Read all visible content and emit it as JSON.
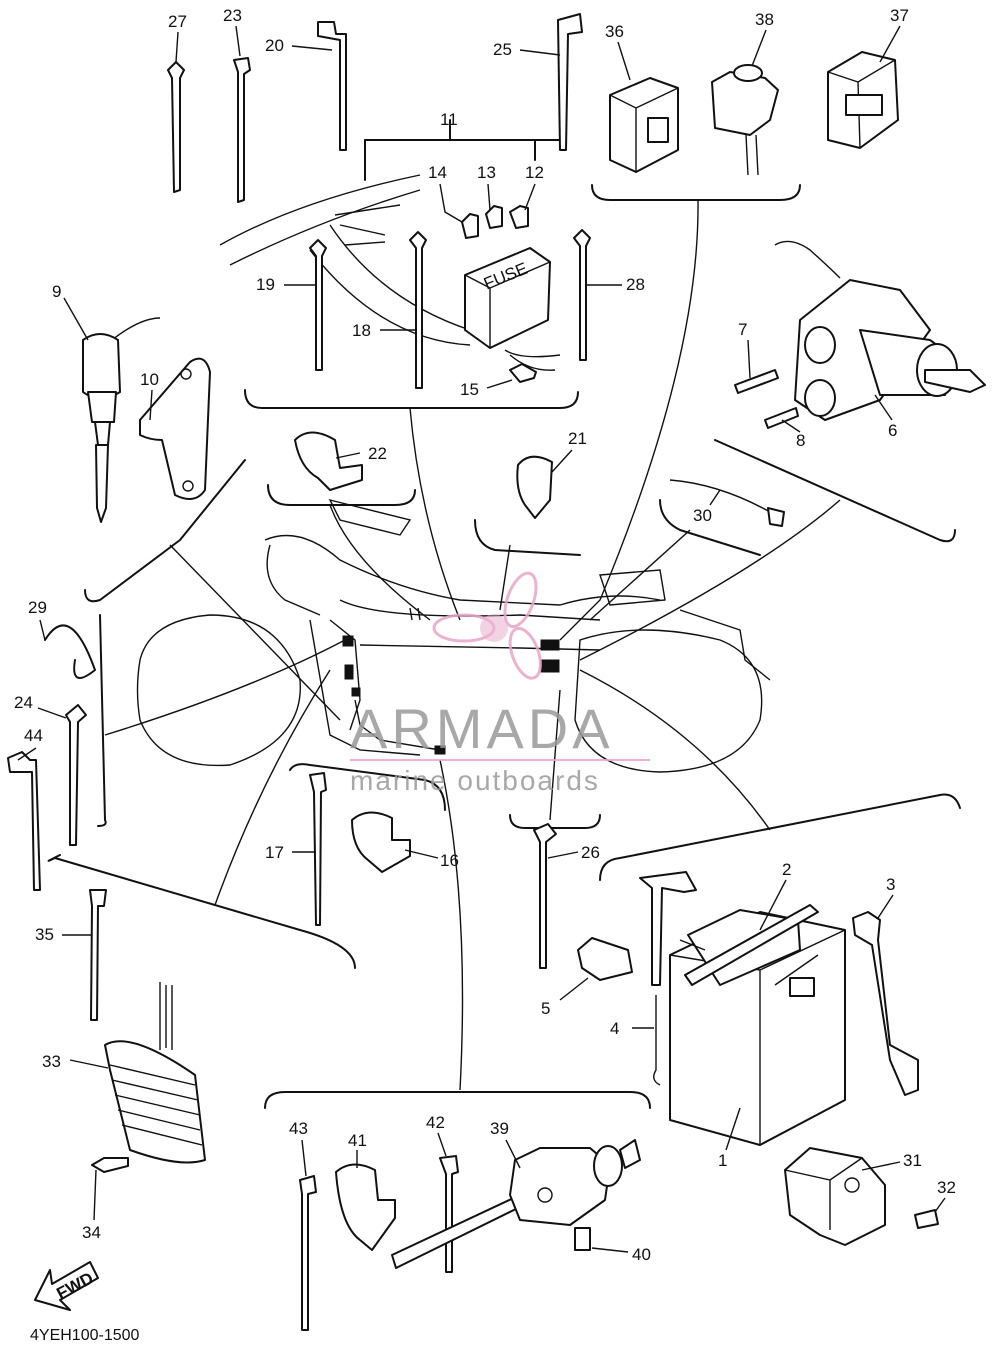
{
  "diagram": {
    "callouts": [
      "1",
      "2",
      "3",
      "4",
      "5",
      "6",
      "7",
      "8",
      "9",
      "10",
      "11",
      "12",
      "13",
      "14",
      "15",
      "16",
      "17",
      "18",
      "19",
      "20",
      "21",
      "22",
      "23",
      "24",
      "25",
      "26",
      "27",
      "28",
      "29",
      "30",
      "31",
      "32",
      "33",
      "34",
      "35",
      "36",
      "37",
      "38",
      "39",
      "40",
      "41",
      "42",
      "43",
      "44"
    ],
    "fuse_label": "FUSE",
    "fwd_label": "FWD",
    "drawing_code": "4YEH100-1500"
  },
  "watermark": {
    "brand": "ARMADA",
    "tagline": "marine outboards",
    "accent": "#e8a6c8"
  }
}
